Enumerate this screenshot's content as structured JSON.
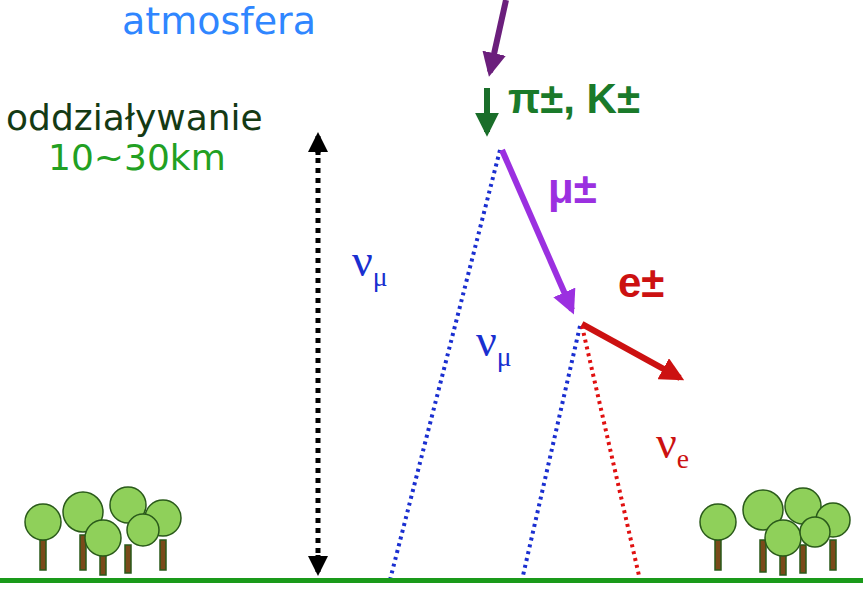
{
  "diagram": {
    "labels": [
      "atmosfera",
      "π±, K±",
      "oddziaływanie",
      "10~30km",
      "μ±",
      "νμ",
      "νμ",
      "e±",
      "νe"
    ]
  }
}
